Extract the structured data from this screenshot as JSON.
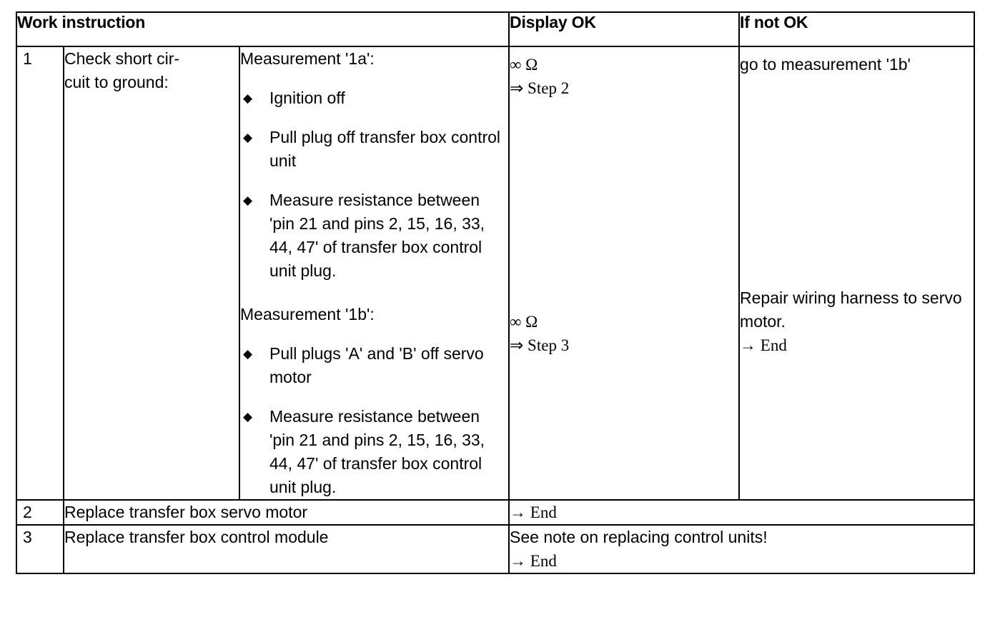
{
  "table": {
    "headers": {
      "work_instruction": "Work instruction",
      "display_ok": "Display OK",
      "if_not_ok": "If not OK"
    },
    "rows": [
      {
        "number": "1",
        "instruction": "Check short cir-\ncuit to ground:",
        "measurements": [
          {
            "title": "Measurement '1a':",
            "bullets": [
              "Ignition off",
              "Pull plug off transfer box control unit",
              "Measure resistance between 'pin 21 and pins 2, 15, 16, 33, 44, 47' of transfer box control unit plug."
            ],
            "display_ok": {
              "value": "∞ Ω",
              "next": "⇒ Step 2"
            },
            "if_not_ok": {
              "text": "go to measurement '1b'",
              "next": ""
            }
          },
          {
            "title": "Measurement '1b':",
            "bullets": [
              "Pull plugs 'A' and 'B' off servo motor",
              "Measure resistance between 'pin 21 and pins 2, 15, 16, 33, 44, 47' of transfer box control unit plug."
            ],
            "display_ok": {
              "value": "∞ Ω",
              "next": "⇒ Step 3"
            },
            "if_not_ok": {
              "text": "Repair wiring harness to servo motor.",
              "next": "→ End"
            }
          }
        ]
      },
      {
        "number": "2",
        "instruction": "Replace transfer box servo motor",
        "result": "→ End"
      },
      {
        "number": "3",
        "instruction": "Replace transfer box control module",
        "result_note": "See note on replacing control units!",
        "result": "→ End"
      }
    ]
  },
  "symbols": {
    "bullet_diamond": "♦",
    "infinity_ohm": "∞ Ω",
    "double_arrow": "⇒",
    "single_arrow": "→"
  },
  "colors": {
    "border": "#000000",
    "text": "#000000",
    "background": "#ffffff"
  }
}
